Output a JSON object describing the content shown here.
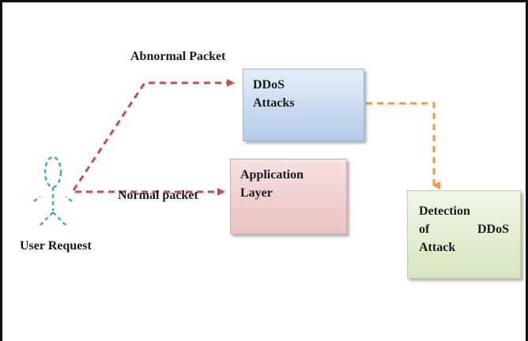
{
  "user_label": "User Request",
  "abnormal_label": "Abnormal Packet",
  "normal_label": "Normal packet",
  "ddos_box": {
    "line1": "DDoS",
    "line2": "Attacks"
  },
  "app_box": {
    "line1": "Application",
    "line2": "Layer"
  },
  "detect_box": {
    "line1": "Detection",
    "line2_a": "of",
    "line2_b": "DDoS",
    "line3": "Attack"
  },
  "colors": {
    "user_icon": "#4da3c9",
    "red_arrow": "#c0504d",
    "orange_arrow": "#f79646",
    "ddos_box": "#b8cce4",
    "app_box": "#e6b9b8",
    "detect_box": "#d7e4bc"
  },
  "icons": {
    "user": "person-outline-icon"
  }
}
